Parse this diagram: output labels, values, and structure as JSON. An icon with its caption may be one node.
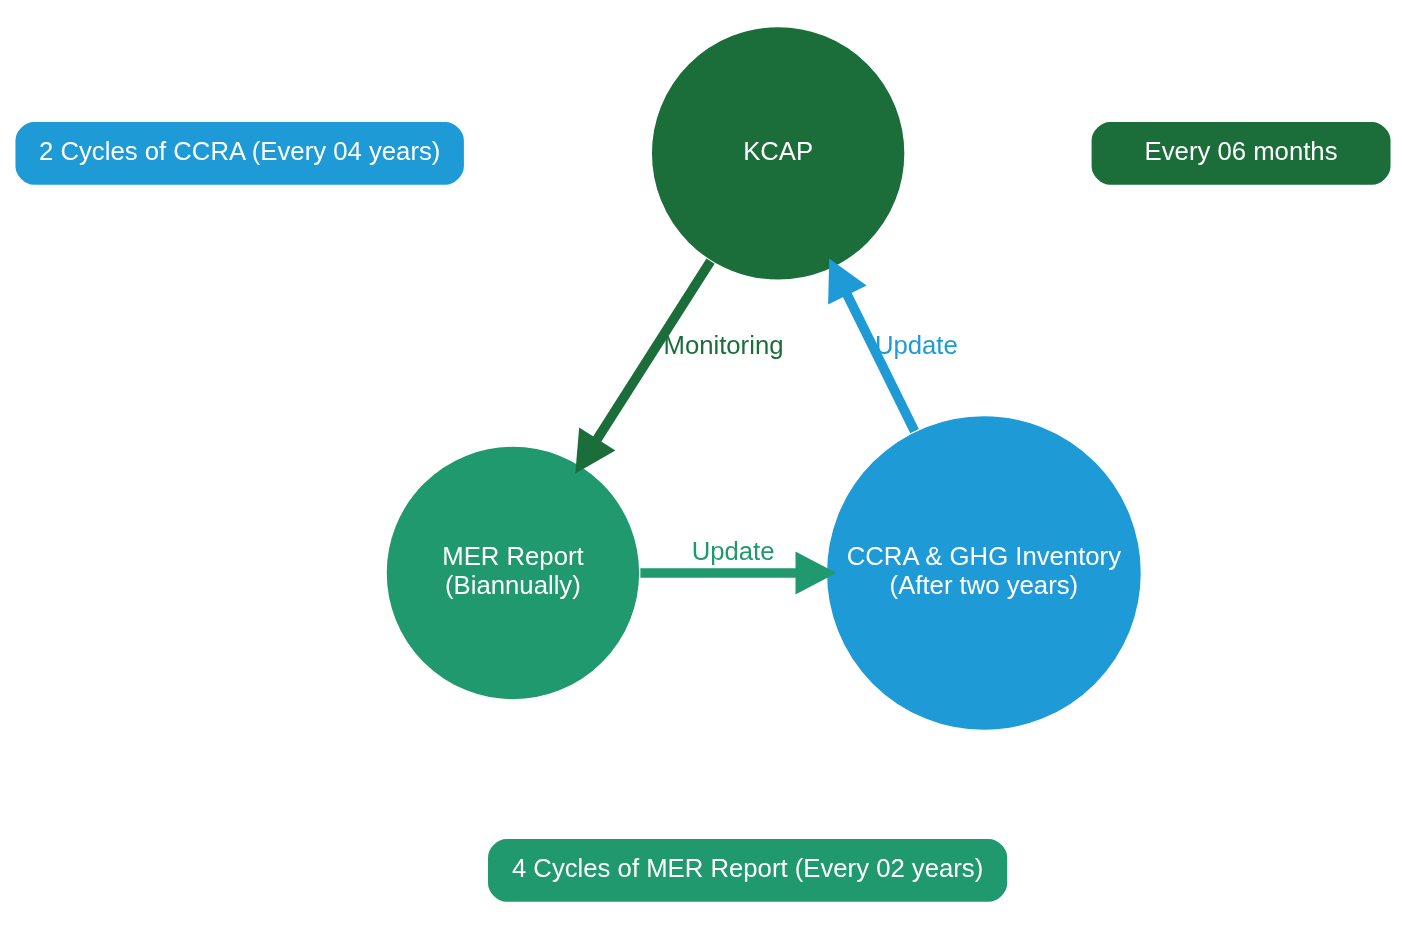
{
  "diagram": {
    "nodes": [
      {
        "text": [
          "KCAP"
        ]
      },
      {
        "text": [
          "MER Report",
          "(Biannually)"
        ]
      },
      {
        "text": [
          "CCRA & GHG Inventory",
          "(After two years)"
        ]
      },
      {
        "text": [
          "2 Cycles of CCRA (Every 04 years)"
        ]
      },
      {
        "text": [
          "Every 06 months"
        ]
      },
      {
        "text": [
          "4 Cycles of MER Report (Every 02 years)"
        ]
      }
    ],
    "edges": [
      {
        "from": 0,
        "to": 1,
        "arrow": "to",
        "label": "Monitoring",
        "color": "#1b6e3a"
      },
      {
        "from": 1,
        "to": 2,
        "arrow": "to",
        "label": "Update",
        "color": "#20996e"
      },
      {
        "from": 2,
        "to": 0,
        "arrow": "to",
        "label": "Update",
        "color": "#1e9bd7"
      }
    ]
  }
}
